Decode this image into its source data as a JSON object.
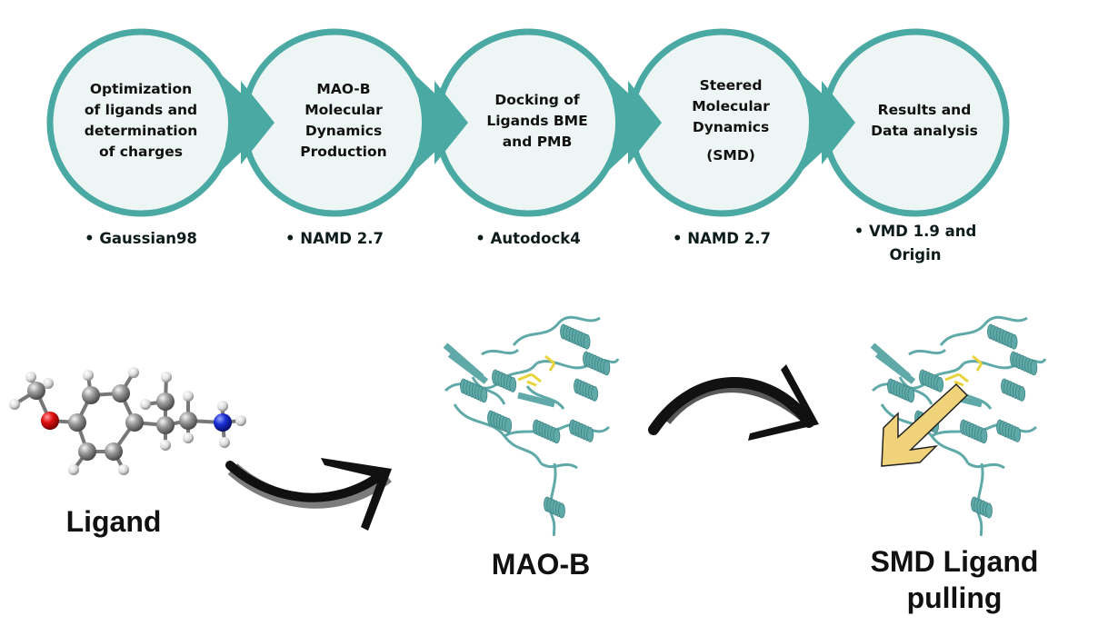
{
  "colors": {
    "ring": "#4aa9a3",
    "circle_fill": "#eef6f5",
    "protein": "#5fa9a8",
    "arrow_black": "#111111",
    "pull_arrow": "#f0d27a",
    "oxygen": "#e01010",
    "nitrogen": "#1a2fd6",
    "carbon": "#8c8c8c",
    "hydrogen": "#e6e6e6"
  },
  "workflow": {
    "steps": [
      {
        "lines": [
          "Optimization",
          "of ligands and",
          "determination",
          "of charges"
        ],
        "tool": [
          "• Gaussian98"
        ]
      },
      {
        "lines": [
          "MAO-B",
          "Molecular",
          "Dynamics",
          "Production"
        ],
        "tool": [
          "• NAMD 2.7"
        ]
      },
      {
        "lines": [
          "Docking of",
          "Ligands BME",
          "and PMB"
        ],
        "tool": [
          "• Autodock4"
        ]
      },
      {
        "lines": [
          "Steered",
          "Molecular",
          "Dynamics",
          "(SMD)"
        ],
        "tool": [
          "• NAMD 2.7"
        ]
      },
      {
        "lines": [
          "Results and",
          "Data analysis"
        ],
        "tool": [
          "• VMD 1.9 and",
          "Origin"
        ]
      }
    ]
  },
  "illustrations": {
    "ligand_label": "Ligand",
    "maob_label": "MAO-B",
    "smd_label_line1": "SMD Ligand",
    "smd_label_line2": "pulling"
  }
}
